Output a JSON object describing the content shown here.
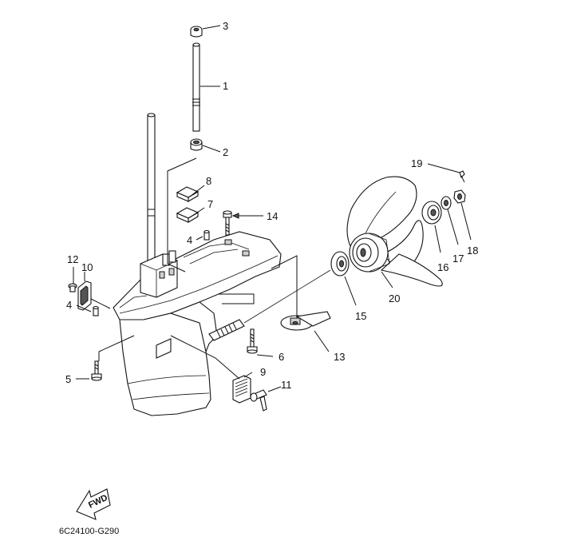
{
  "diagram": {
    "caption": "6C24100-G290",
    "fwd_label": "FWD",
    "parts": [
      {
        "id": "p1",
        "label": "1"
      },
      {
        "id": "p2",
        "label": "2"
      },
      {
        "id": "p3",
        "label": "3"
      },
      {
        "id": "p4a",
        "label": "4"
      },
      {
        "id": "p4b",
        "label": "4"
      },
      {
        "id": "p5",
        "label": "5"
      },
      {
        "id": "p6",
        "label": "6"
      },
      {
        "id": "p7",
        "label": "7"
      },
      {
        "id": "p8",
        "label": "8"
      },
      {
        "id": "p9",
        "label": "9"
      },
      {
        "id": "p10",
        "label": "10"
      },
      {
        "id": "p11",
        "label": "11"
      },
      {
        "id": "p12",
        "label": "12"
      },
      {
        "id": "p13",
        "label": "13"
      },
      {
        "id": "p14",
        "label": "14"
      },
      {
        "id": "p15",
        "label": "15"
      },
      {
        "id": "p16",
        "label": "16"
      },
      {
        "id": "p17",
        "label": "17"
      },
      {
        "id": "p18",
        "label": "18"
      },
      {
        "id": "p19",
        "label": "19"
      },
      {
        "id": "p20",
        "label": "20"
      }
    ]
  }
}
